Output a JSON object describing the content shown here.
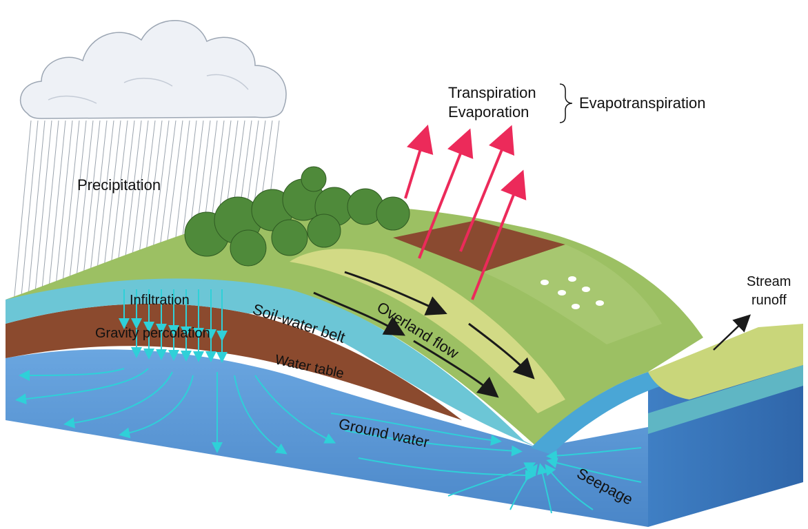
{
  "labels": {
    "precipitation": "Precipitation",
    "transpiration": "Transpiration",
    "evaporation": "Evaporation",
    "evapotranspiration": "Evapotranspiration",
    "infiltration": "Infiltration",
    "gravity_percolation": "Gravity percolation",
    "soil_water_belt": "Soil-water belt",
    "overland_flow": "Overland flow",
    "water_table": "Water table",
    "ground_water": "Ground water",
    "seepage": "Seepage",
    "stream": "Stream",
    "runoff": "runoff"
  },
  "colors": {
    "sky_cloud": "#eef1f6",
    "rain": "#9aa3ad",
    "grass": "#9cc063",
    "field_light": "#d8dd88",
    "field_brown": "#8a4a30",
    "trees": "#4f8a3a",
    "soil_water": "#6cc6d6",
    "brown_layer": "#8b4a2e",
    "groundwater": "#5b97d3",
    "groundwater_side": "#3f7fc4",
    "stream": "#4aa6d6",
    "evap_arrow": "#ec2a5a",
    "flow_arrow": "#1a1a1a",
    "groundwater_arrow": "#2fd0d8"
  }
}
